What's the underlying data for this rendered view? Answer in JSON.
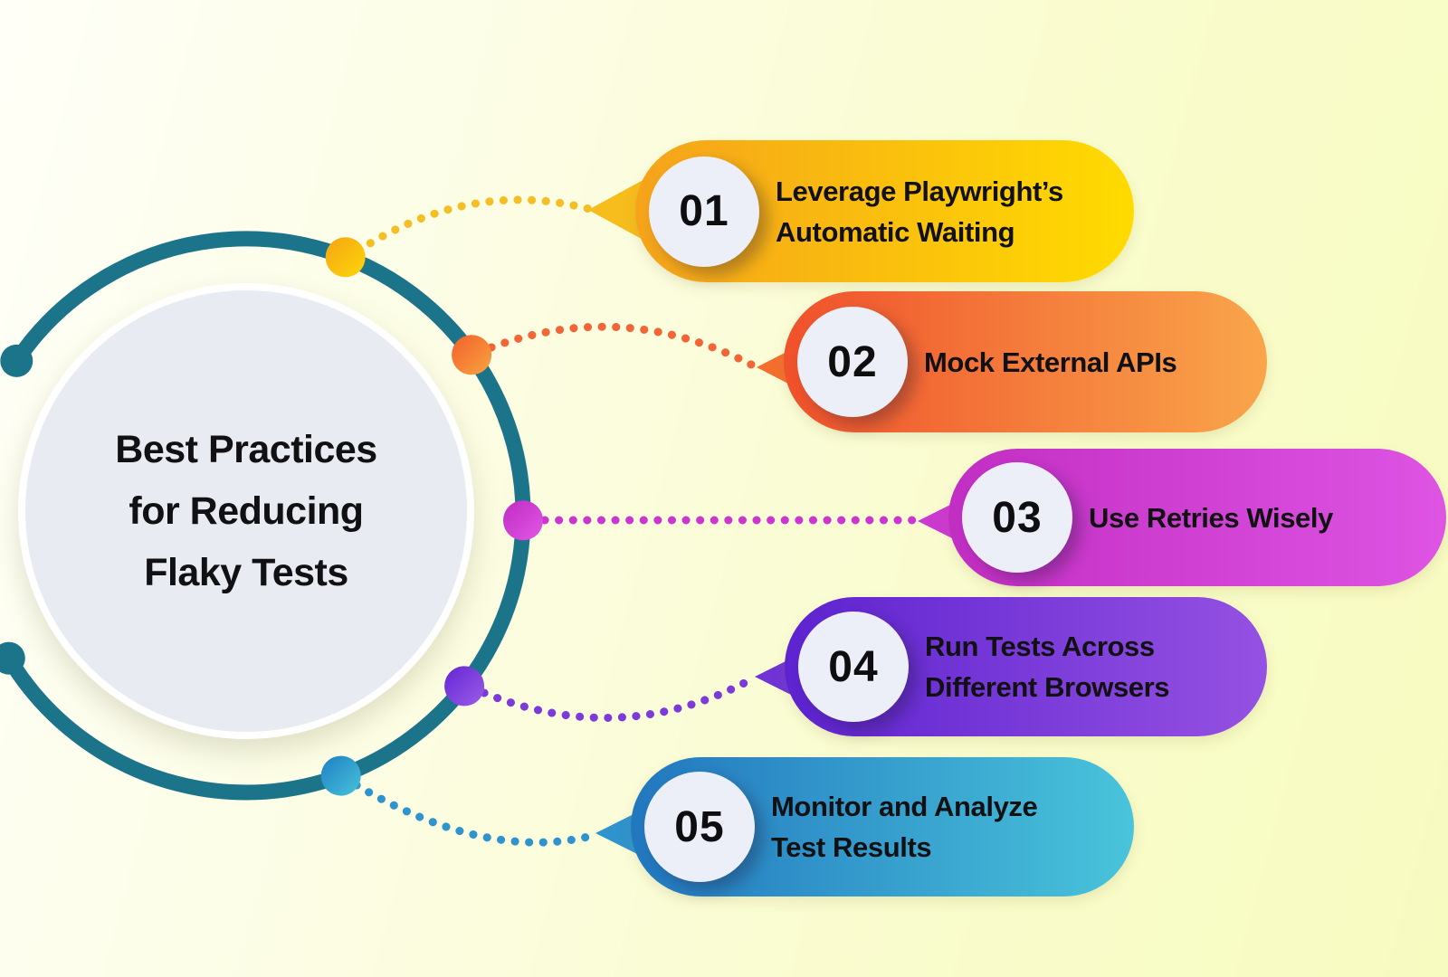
{
  "title": {
    "text": "Best Practices for Reducing Flaky Tests",
    "lines": [
      "Best Practices",
      "for Reducing",
      "Flaky Tests"
    ]
  },
  "items": [
    {
      "number": "01",
      "label": "Leverage Playwright’s Automatic Waiting",
      "label_lines": [
        "Leverage Playwright’s",
        "Automatic Waiting"
      ],
      "pill_color_start": "#F5A31B",
      "pill_color_end": "#FFDB00",
      "node_color": "#F7BD1C"
    },
    {
      "number": "02",
      "label": "Mock External APIs",
      "label_lines": [
        "Mock External APIs"
      ],
      "pill_color_start": "#F0512B",
      "pill_color_end": "#F9A54B",
      "node_color": "#F46F2E"
    },
    {
      "number": "03",
      "label": "Use Retries Wisely",
      "label_lines": [
        "Use Retries Wisely"
      ],
      "pill_color_start": "#C22EC3",
      "pill_color_end": "#DE54E3",
      "node_color": "#CC39D0"
    },
    {
      "number": "04",
      "label": "Run Tests Across Different Browsers",
      "label_lines": [
        "Run Tests Across",
        "Different Browsers"
      ],
      "pill_color_start": "#5D23CF",
      "pill_color_end": "#9551E2",
      "node_color": "#7033D6"
    },
    {
      "number": "05",
      "label": "Monitor and Analyze Test Results",
      "label_lines": [
        "Monitor and Analyze",
        "Test Results"
      ],
      "pill_color_start": "#2277BF",
      "pill_color_end": "#49C4DB",
      "node_color": "#2F93CE"
    }
  ],
  "colors": {
    "ring": "#1B7489",
    "center-circle-fill": "#E9EBF2",
    "center-circle-border": "#FFFFFF",
    "number-circle-fill": "#ECEFF7",
    "text": "#111113",
    "background-left": "#FFFFF8",
    "background-right": "#F8FBC0"
  }
}
